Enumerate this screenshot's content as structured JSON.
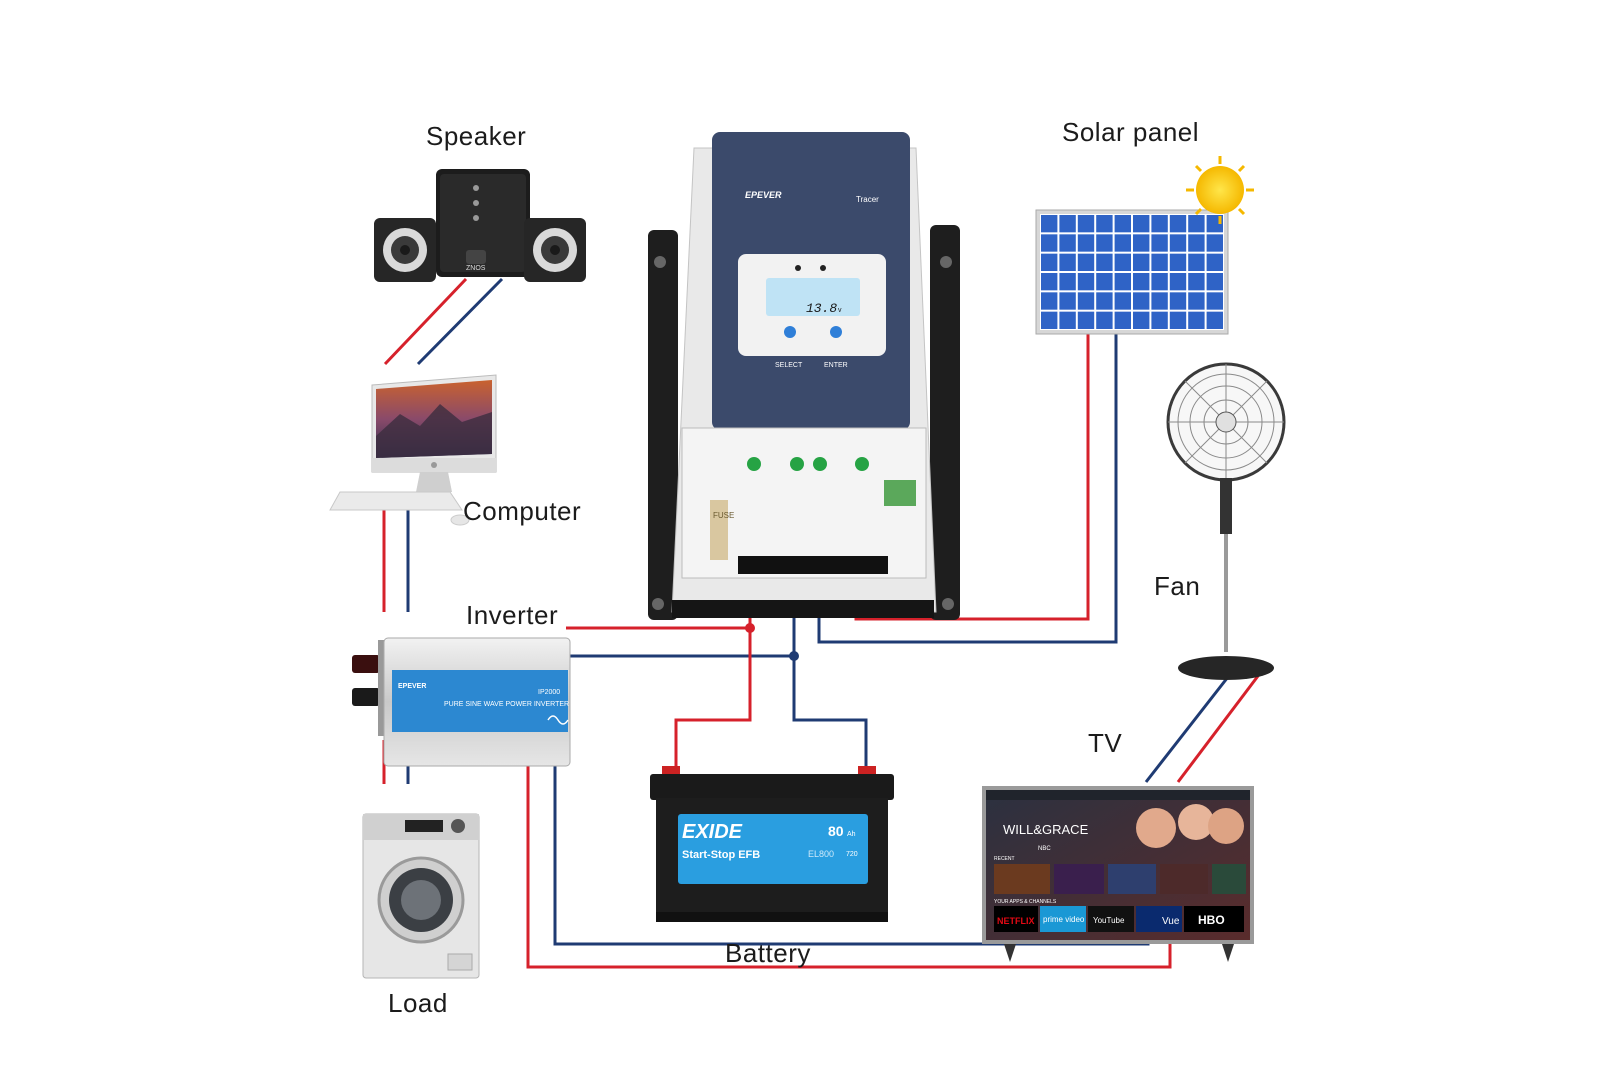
{
  "labels": {
    "speaker": "Speaker",
    "computer": "Computer",
    "inverter": "Inverter",
    "load": "Load",
    "battery": "Battery",
    "solar_panel": "Solar panel",
    "fan": "Fan",
    "tv": "TV"
  },
  "controller": {
    "brand": "EPEVER",
    "model": "Tracer",
    "display_value": "13.8",
    "display_unit": "v",
    "select_label": "SELECT",
    "enter_label": "ENTER",
    "fuse_label": "FUSE"
  },
  "inverter": {
    "brand": "EPEVER",
    "model": "IP2000",
    "description": "PURE SINE WAVE POWER INVERTER"
  },
  "battery": {
    "brand": "EXIDE",
    "line": "Start-Stop EFB",
    "capacity": "80",
    "capacity_unit": "Ah",
    "model": "EL800",
    "cca": "720"
  },
  "speaker": {
    "brand": "ZNOS"
  },
  "tv": {
    "show_title": "WILL&GRACE",
    "network": "NBC",
    "row_label": "RECENT",
    "apps_label": "YOUR APPS & CHANNELS",
    "apps": [
      "NETFLIX",
      "prime video",
      "YouTube",
      "Vue",
      "HBO"
    ]
  },
  "colors": {
    "positive_wire": "#d6212b",
    "negative_wire": "#1f3b73",
    "controller_face": "#3b4a6b",
    "solar_cell": "#2f63c6",
    "inverter_body": "#2c88d1",
    "battery_label": "#2a9ee0"
  }
}
